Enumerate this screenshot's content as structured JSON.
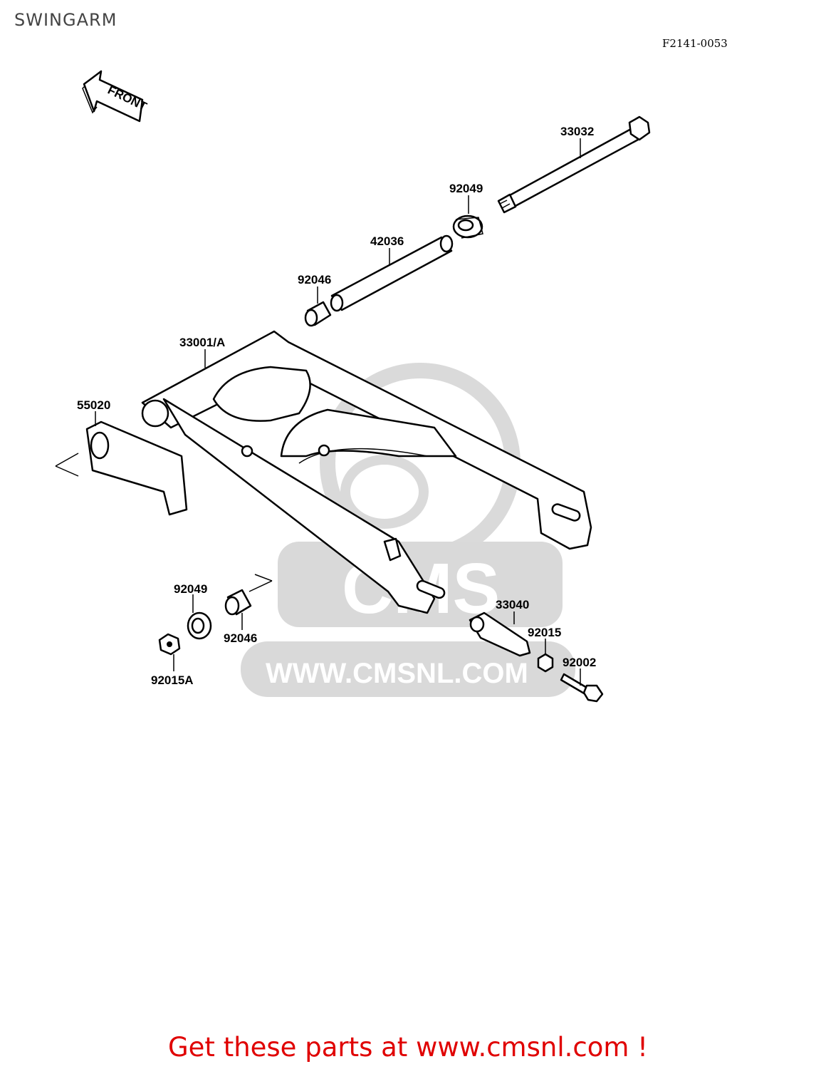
{
  "page": {
    "title": "SWINGARM",
    "diagram_code": "F2141-0053",
    "footer": "Get these parts at www.cmsnl.com !"
  },
  "arrow": {
    "label": "FRONT"
  },
  "watermark": {
    "text": "WWW.CMSNL.COM"
  },
  "parts": [
    {
      "id": "33032",
      "label": "33032"
    },
    {
      "id": "92049-top",
      "label": "92049"
    },
    {
      "id": "42036",
      "label": "42036"
    },
    {
      "id": "92046-top",
      "label": "92046"
    },
    {
      "id": "33001",
      "label": "33001/A"
    },
    {
      "id": "55020",
      "label": "55020"
    },
    {
      "id": "92049-bottom",
      "label": "92049"
    },
    {
      "id": "92046-bottom",
      "label": "92046"
    },
    {
      "id": "92015A",
      "label": "92015A"
    },
    {
      "id": "33040",
      "label": "33040"
    },
    {
      "id": "92015",
      "label": "92015"
    },
    {
      "id": "92002",
      "label": "92002"
    }
  ]
}
